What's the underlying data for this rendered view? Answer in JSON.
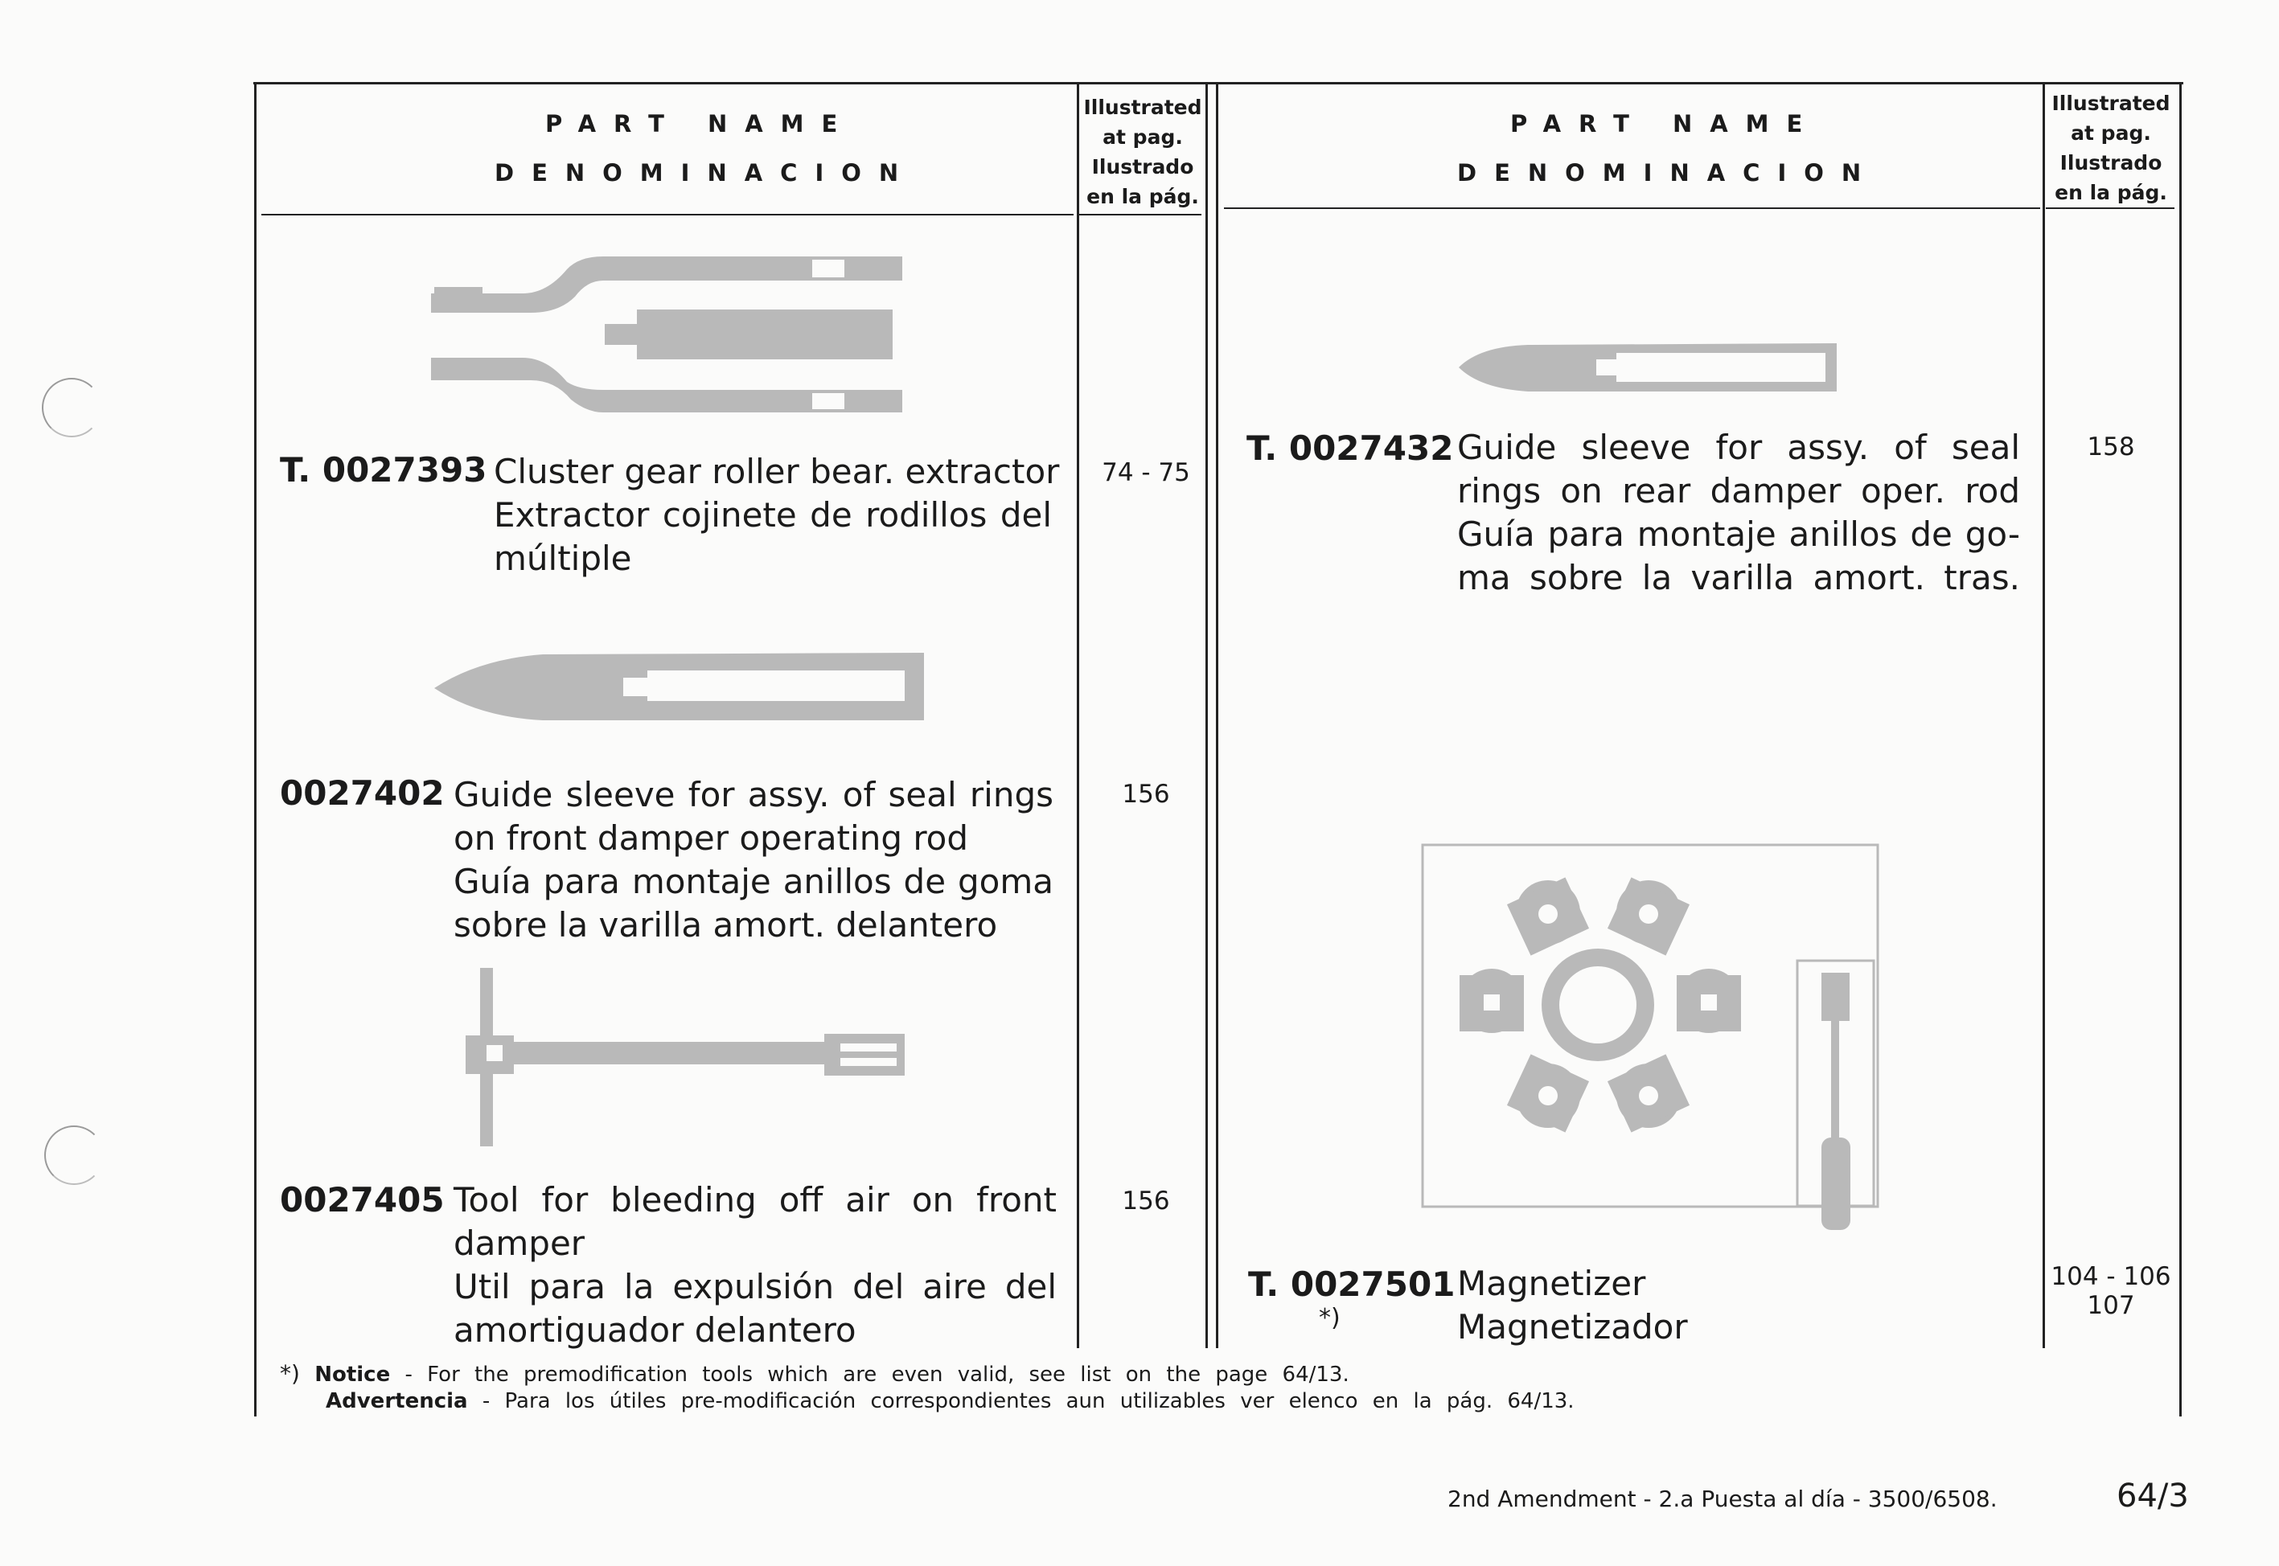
{
  "header": {
    "part_name": "PART NAME",
    "denominacion": "DENOMINACION",
    "illustrated": [
      "Illustrated",
      "at pag.",
      "Ilustrado",
      "en la pág."
    ]
  },
  "left_column": [
    {
      "code": "T. 0027393",
      "lines": [
        "Cluster gear roller bear. extractor",
        "Extractor cojinete de rodillos del",
        "múltiple"
      ],
      "page": "74 - 75",
      "illustration": "extractor-tool-set"
    },
    {
      "code": "0027402",
      "lines": [
        "Guide sleeve for assy. of seal rings",
        "on front damper operating rod",
        "Guía para montaje anillos de goma",
        "sobre la varilla amort. delantero"
      ],
      "page": "156",
      "illustration": "guide-sleeve"
    },
    {
      "code": "0027405",
      "lines": [
        "Tool for bleeding off air on front",
        "damper",
        "Util para la expulsión del aire del",
        "amortiguador delantero"
      ],
      "page": "156",
      "illustration": "t-handle-bleeding-tool"
    }
  ],
  "right_column": [
    {
      "code": "T. 0027432",
      "lines": [
        "Guide sleeve for assy. of seal",
        "rings on rear damper oper. rod",
        "Guía para montaje anillos de go-",
        "ma sobre la varilla amort. tras."
      ],
      "page": "158",
      "illustration": "guide-sleeve-rear"
    },
    {
      "code": "T. 0027501",
      "star": "*)",
      "lines": [
        "Magnetizer",
        "Magnetizador"
      ],
      "page": [
        "104 - 106",
        "107"
      ],
      "illustration": "magnetizer-board"
    }
  ],
  "notice": {
    "marker": "*)",
    "label_en": "Notice",
    "text_en": "- For the premodification tools which are even valid, see list on the page 64/13.",
    "label_es": "Advertencia",
    "text_es": "- Para los útiles pre-modificación correspondientes aun utilizables ver elenco en la pág. 64/13."
  },
  "footer": {
    "amendment": "2nd Amendment - 2.a Puesta al día - 3500/6508.",
    "page_number": "64/3"
  },
  "colors": {
    "ink": "#1b1b1b",
    "illustration_gray": "#b9b9b9",
    "paper": "#fbfbfa"
  }
}
